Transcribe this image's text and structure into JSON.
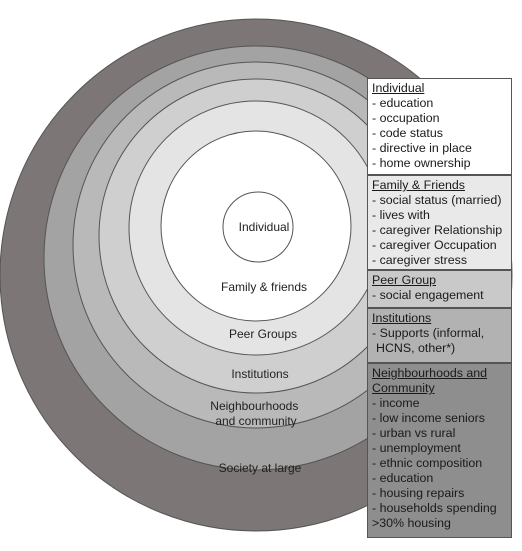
{
  "rings": [
    {
      "label": "Society at large",
      "fill": "#7c7676"
    },
    {
      "label": "Neighbourhoods\nand community",
      "fill": "#a3a3a3"
    },
    {
      "label": "Institutions",
      "fill": "#b9b9b9"
    },
    {
      "label": "Peer Groups",
      "fill": "#cfcfcf"
    },
    {
      "label": "Family & friends",
      "fill": "#e4e4e4"
    },
    {
      "label": "Individual",
      "fill": "#ffffff"
    }
  ],
  "boxes": {
    "individual": {
      "title": "Individual",
      "items": [
        "- education",
        "- occupation",
        "- code status",
        "- directive in place",
        "- home ownership"
      ]
    },
    "family": {
      "title": "Family & Friends",
      "items": [
        "- social status (married)",
        "- lives with",
        "- caregiver  Relationship",
        "- caregiver Occupation",
        "- caregiver stress"
      ]
    },
    "peer": {
      "title": "Peer Group",
      "items": [
        "- social engagement"
      ]
    },
    "institutions": {
      "title": "Institutions",
      "items": [
        "- Supports (informal,",
        "HCNS, other*)"
      ]
    },
    "neighbourhoods": {
      "title_line1": "Neighbourhoods and",
      "title_line2": "Community",
      "items": [
        "- income",
        "- low income seniors",
        "- urban vs rural",
        "- unemployment",
        "- ethnic composition",
        "- education",
        "- housing repairs",
        "- households spending",
        ">30% housing"
      ]
    }
  }
}
